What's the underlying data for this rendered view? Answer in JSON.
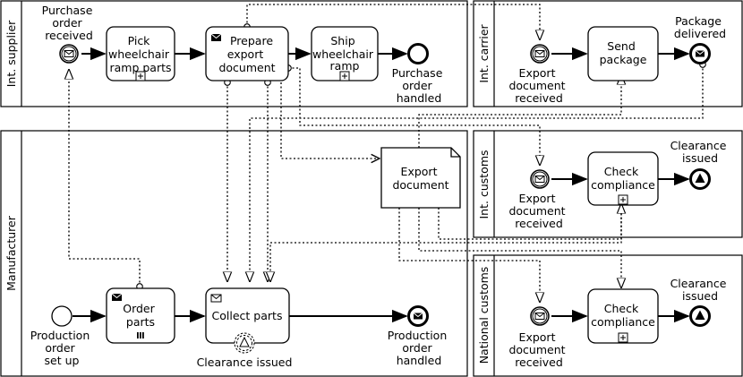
{
  "pools": {
    "int_supplier": "Int. supplier",
    "int_carrier": "Int. carrier",
    "manufacturer": "Manufacturer",
    "int_customs": "Int. customs",
    "national_customs": "National customs"
  },
  "supplier": {
    "start_event": [
      "Purchase",
      "order",
      "received"
    ],
    "task_pick": [
      "Pick",
      "wheelchair",
      "ramp parts"
    ],
    "task_prepare": [
      "Prepare",
      "export",
      "document"
    ],
    "task_ship": [
      "Ship",
      "wheelchair",
      "ramp"
    ],
    "end_event": [
      "Purchase",
      "order",
      "handled"
    ]
  },
  "carrier": {
    "start_event": [
      "Export",
      "document",
      "received"
    ],
    "task_send": [
      "Send",
      "package"
    ],
    "end_event": [
      "Package",
      "delivered"
    ]
  },
  "data_object": [
    "Export",
    "document"
  ],
  "int_customs": {
    "start_event": [
      "Export",
      "document",
      "received"
    ],
    "task_check": [
      "Check",
      "compliance"
    ],
    "end_event": [
      "Clearance",
      "issued"
    ]
  },
  "national_customs": {
    "start_event": [
      "Export",
      "document",
      "received"
    ],
    "task_check": [
      "Check",
      "compliance"
    ],
    "end_event": [
      "Clearance",
      "issued"
    ]
  },
  "manufacturer": {
    "start_event": [
      "Production",
      "order",
      "set up"
    ],
    "task_order": [
      "Order",
      "parts"
    ],
    "task_collect": "Collect parts",
    "boundary_event": "Clearance issued",
    "end_event": [
      "Production",
      "order",
      "handled"
    ]
  }
}
